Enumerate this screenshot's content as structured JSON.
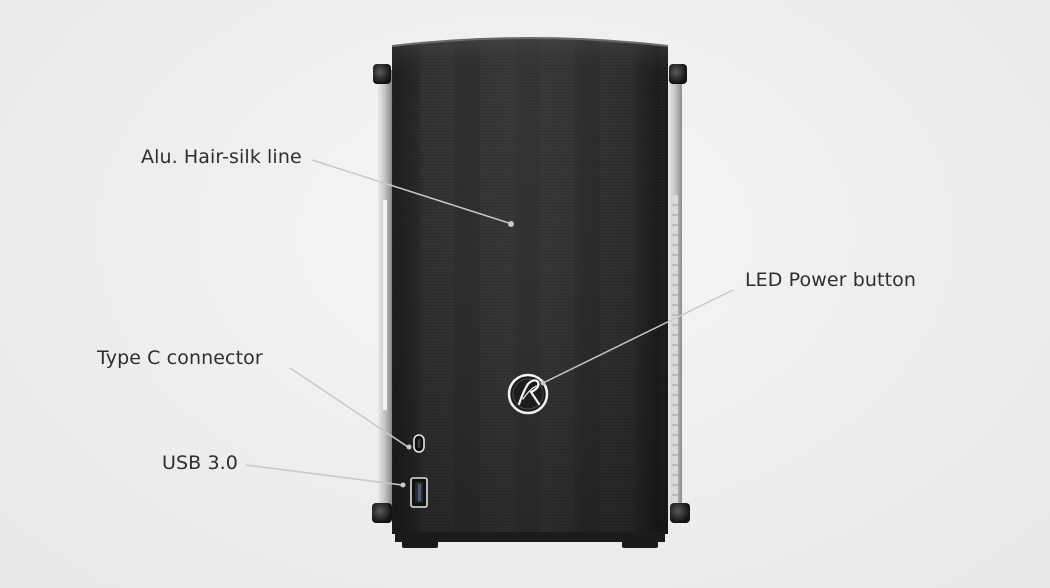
{
  "callouts": {
    "hairline": "Alu. Hair-silk line",
    "power_button": "LED Power button",
    "type_c": "Type C connector",
    "usb": "USB 3.0"
  },
  "colors": {
    "background": "#f1f0ee",
    "case_panel": "#2a2a2a",
    "label_text": "#2e2e2e",
    "leader_line": "#c8c8c8"
  },
  "icons": {
    "logo": "r-emblem-power-icon"
  }
}
